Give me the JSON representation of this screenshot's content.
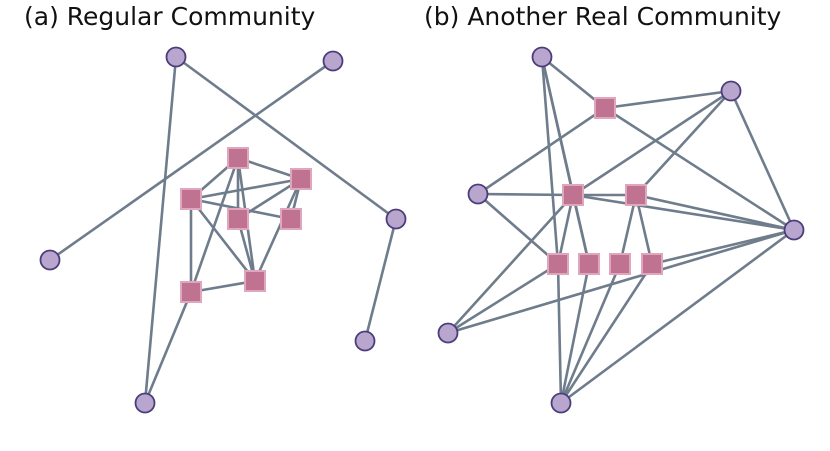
{
  "panels": [
    {
      "id": "a",
      "title": "(a) Regular Community",
      "nodes": [
        {
          "id": "c1",
          "kind": "outer"
        },
        {
          "id": "c2",
          "kind": "outer"
        },
        {
          "id": "c3",
          "kind": "outer"
        },
        {
          "id": "c4",
          "kind": "outer"
        },
        {
          "id": "c5",
          "kind": "outer"
        },
        {
          "id": "c6",
          "kind": "outer"
        },
        {
          "id": "s1",
          "kind": "community"
        },
        {
          "id": "s2",
          "kind": "community"
        },
        {
          "id": "s3",
          "kind": "community"
        },
        {
          "id": "s4",
          "kind": "community"
        },
        {
          "id": "s5",
          "kind": "community"
        },
        {
          "id": "s6",
          "kind": "community"
        },
        {
          "id": "s7",
          "kind": "community"
        }
      ],
      "edges": [
        [
          "c1",
          "c6"
        ],
        [
          "c1",
          "c4"
        ],
        [
          "c2",
          "c3"
        ],
        [
          "c4",
          "c5"
        ],
        [
          "s1",
          "s2"
        ],
        [
          "s1",
          "s3"
        ],
        [
          "s1",
          "s4"
        ],
        [
          "s1",
          "s6"
        ],
        [
          "s1",
          "s7"
        ],
        [
          "s2",
          "s3"
        ],
        [
          "s2",
          "s5"
        ],
        [
          "s2",
          "s6"
        ],
        [
          "s2",
          "s7"
        ],
        [
          "s3",
          "s4"
        ],
        [
          "s3",
          "s5"
        ],
        [
          "s3",
          "s6"
        ],
        [
          "s4",
          "s6"
        ],
        [
          "s6",
          "s7"
        ],
        [
          "s7",
          "c6"
        ]
      ]
    },
    {
      "id": "b",
      "title": "(b) Another Real Community",
      "nodes": [
        {
          "id": "d1",
          "kind": "outer"
        },
        {
          "id": "d2",
          "kind": "outer"
        },
        {
          "id": "d3",
          "kind": "outer"
        },
        {
          "id": "d4",
          "kind": "outer"
        },
        {
          "id": "d5",
          "kind": "outer"
        },
        {
          "id": "d6",
          "kind": "outer"
        },
        {
          "id": "t1",
          "kind": "community"
        },
        {
          "id": "t2",
          "kind": "community"
        },
        {
          "id": "t3",
          "kind": "community"
        },
        {
          "id": "t4",
          "kind": "community"
        },
        {
          "id": "t5",
          "kind": "community"
        },
        {
          "id": "t6",
          "kind": "community"
        },
        {
          "id": "t7",
          "kind": "community"
        }
      ],
      "edges": [
        [
          "d1",
          "t1"
        ],
        [
          "d1",
          "t2"
        ],
        [
          "d1",
          "t4"
        ],
        [
          "d1",
          "t5"
        ],
        [
          "d2",
          "t1"
        ],
        [
          "d2",
          "t2"
        ],
        [
          "d2",
          "t3"
        ],
        [
          "d2",
          "d4"
        ],
        [
          "d3",
          "t1"
        ],
        [
          "d3",
          "t2"
        ],
        [
          "d3",
          "t4"
        ],
        [
          "d4",
          "t1"
        ],
        [
          "d4",
          "t2"
        ],
        [
          "d4",
          "t3"
        ],
        [
          "d4",
          "t7"
        ],
        [
          "d4",
          "d6"
        ],
        [
          "d4",
          "d5"
        ],
        [
          "d5",
          "t4"
        ],
        [
          "d5",
          "t2"
        ],
        [
          "d6",
          "t4"
        ],
        [
          "d6",
          "t5"
        ],
        [
          "d6",
          "t6"
        ],
        [
          "d6",
          "t7"
        ],
        [
          "t2",
          "t4"
        ],
        [
          "t2",
          "t5"
        ],
        [
          "t2",
          "t3"
        ],
        [
          "t3",
          "t6"
        ],
        [
          "t3",
          "t7"
        ]
      ]
    }
  ],
  "colors": {
    "edge": "#6e7c8c",
    "outer_fill": "#b9a6cf",
    "outer_stroke": "#4a3d7a",
    "community_fill": "#c07391",
    "community_stroke": "#e0a6bd"
  }
}
